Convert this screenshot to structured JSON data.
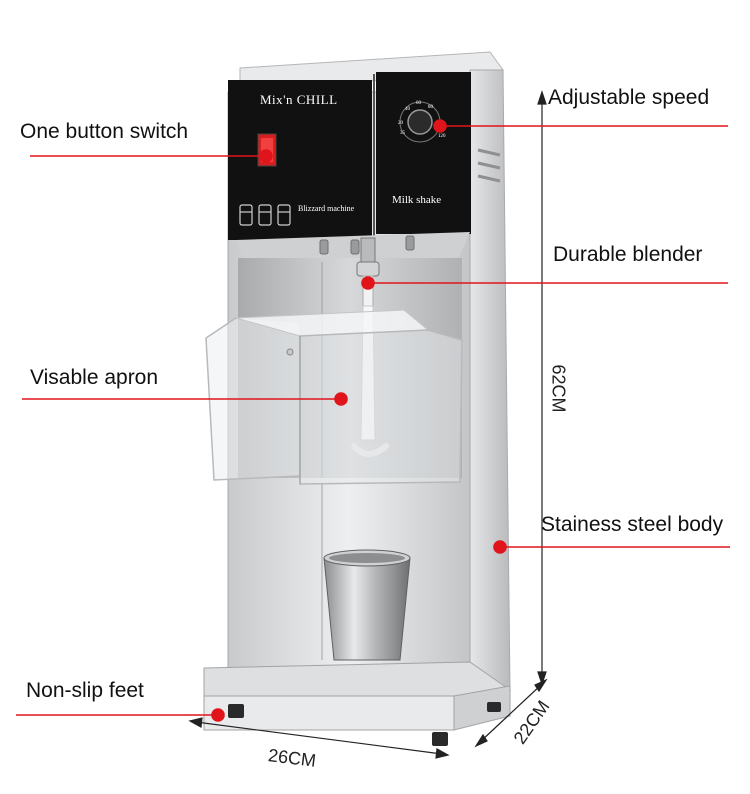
{
  "labels": {
    "switch": "One button switch",
    "speed": "Adjustable speed",
    "blender": "Durable blender",
    "apron": "Visable apron",
    "body": "Stainess steel body",
    "feet": "Non-slip feet"
  },
  "panel": {
    "brand": "Mix'n  CHILL",
    "left_caption": "Blizzard machine",
    "right_caption": "Milk shake"
  },
  "dimensions": {
    "height": "62CM",
    "width": "26CM",
    "depth": "22CM"
  },
  "colors": {
    "callout": "#e0151b",
    "panel": "#111111",
    "steel": "#d9dadc"
  }
}
